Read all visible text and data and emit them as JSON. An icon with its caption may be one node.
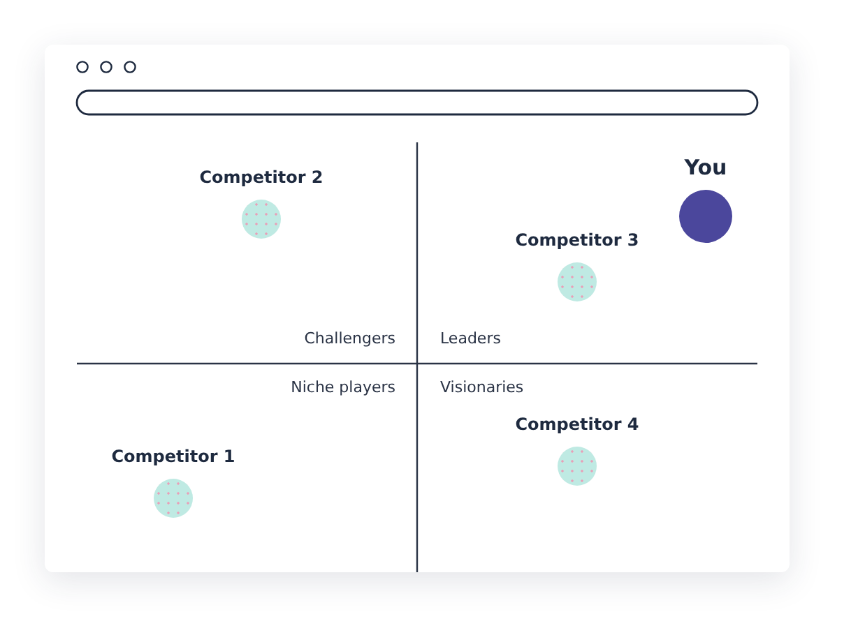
{
  "diagram": {
    "nodes": [
      {
        "text": [
          "Competitor 2"
        ]
      },
      {
        "text": [
          "You"
        ]
      },
      {
        "text": [
          "Competitor 3"
        ]
      },
      {
        "text": [
          "Competitor 1"
        ]
      },
      {
        "text": [
          "Competitor 4"
        ]
      }
    ],
    "labels": [
      "Challengers",
      "Leaders",
      "Niche players",
      "Visionaries"
    ]
  }
}
